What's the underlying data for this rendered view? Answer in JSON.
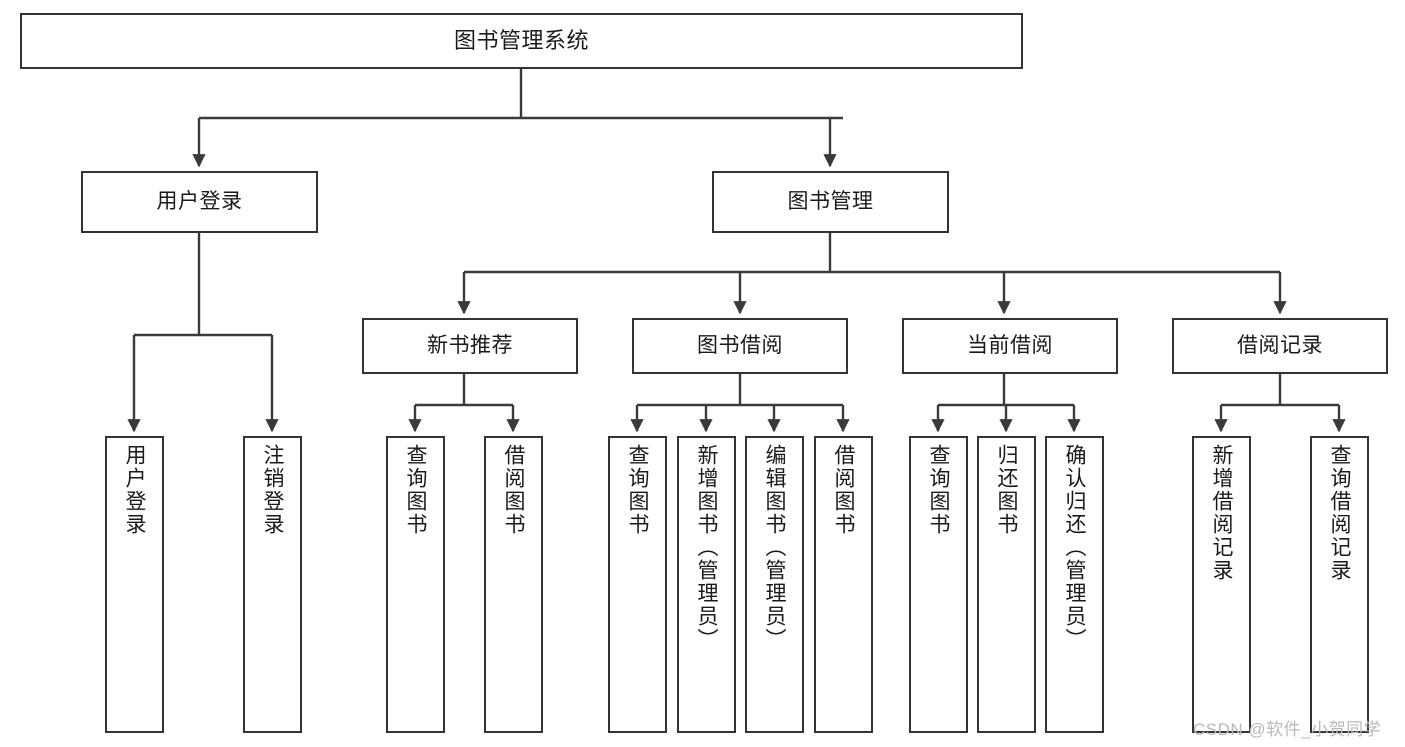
{
  "diagram": {
    "type": "tree",
    "title": "图书管理系统",
    "orientation": "top-down",
    "colors": {
      "box_border": "#333333",
      "box_fill": "#ffffff",
      "edge": "#3a3a3a",
      "text": "#1a1a1a",
      "watermark": "#b9b9b9",
      "background": "#ffffff"
    }
  },
  "nodes": {
    "root": {
      "label": "图书管理系统",
      "level": 0
    },
    "level1": [
      {
        "id": "user-login",
        "label": "用户登录"
      },
      {
        "id": "book-manage",
        "label": "图书管理"
      }
    ],
    "level2": [
      {
        "id": "new-book-recommend",
        "label": "新书推荐",
        "parent": "book-manage"
      },
      {
        "id": "book-borrow",
        "label": "图书借阅",
        "parent": "book-manage"
      },
      {
        "id": "current-borrow",
        "label": "当前借阅",
        "parent": "book-manage"
      },
      {
        "id": "borrow-record",
        "label": "借阅记录",
        "parent": "book-manage"
      }
    ],
    "leaves": [
      {
        "id": "leaf-user-login",
        "label": "用户登录",
        "parent": "user-login"
      },
      {
        "id": "leaf-user-logout",
        "label": "注销登录",
        "parent": "user-login"
      },
      {
        "id": "leaf-query-book-1",
        "label": "查询图书",
        "parent": "new-book-recommend"
      },
      {
        "id": "leaf-borrow-book-1",
        "label": "借阅图书",
        "parent": "new-book-recommend"
      },
      {
        "id": "leaf-query-book-2",
        "label": "查询图书",
        "parent": "book-borrow"
      },
      {
        "id": "leaf-add-book",
        "label": "新增图书（管理员）",
        "parent": "book-borrow"
      },
      {
        "id": "leaf-edit-book",
        "label": "编辑图书（管理员）",
        "parent": "book-borrow"
      },
      {
        "id": "leaf-borrow-book-2",
        "label": "借阅图书",
        "parent": "book-borrow"
      },
      {
        "id": "leaf-query-book-3",
        "label": "查询图书",
        "parent": "current-borrow"
      },
      {
        "id": "leaf-return-book",
        "label": "归还图书",
        "parent": "current-borrow"
      },
      {
        "id": "leaf-confirm-return",
        "label": "确认归还（管理员）",
        "parent": "current-borrow"
      },
      {
        "id": "leaf-add-record",
        "label": "新增借阅记录",
        "parent": "borrow-record"
      },
      {
        "id": "leaf-query-record",
        "label": "查询借阅记录",
        "parent": "borrow-record"
      }
    ]
  },
  "watermark": {
    "text": "CSDN @软件_小贺同学"
  }
}
